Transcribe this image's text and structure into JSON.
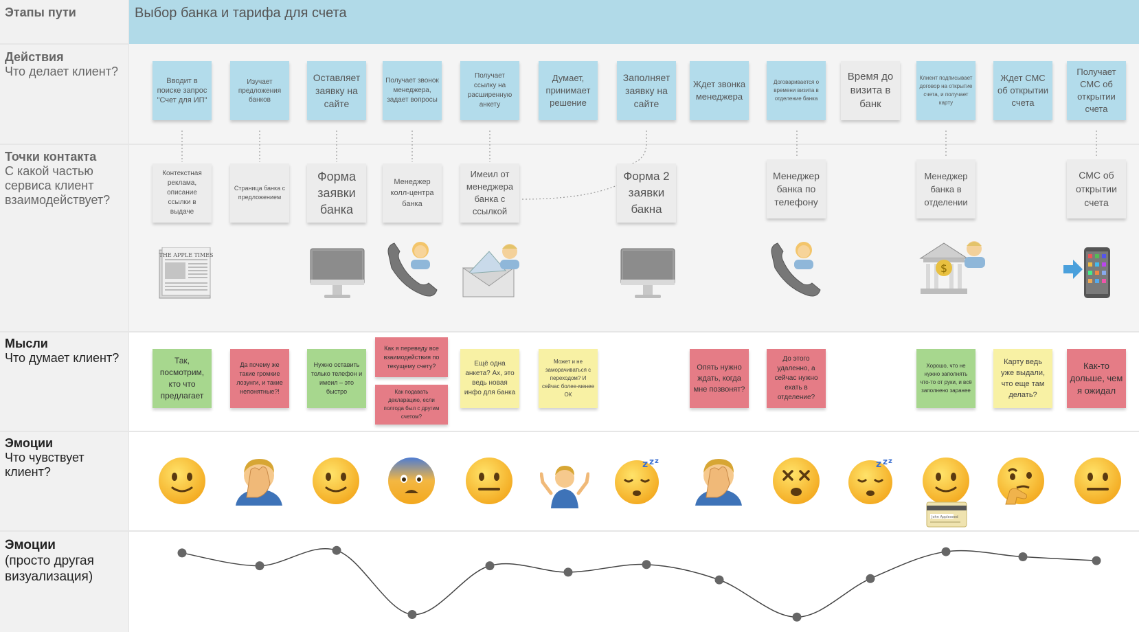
{
  "stage": {
    "label": "Этапы пути",
    "title": "Выбор банка и тарифа для счета"
  },
  "rows": {
    "actions": {
      "title": "Действия",
      "sub": "Что делает клиент?"
    },
    "touchpoints": {
      "title": "Точки контакта",
      "sub": "С какой частью сервиса клиент взаимодействует?"
    },
    "thoughts": {
      "title": "Мысли",
      "sub": "Что думает клиент?"
    },
    "emotions": {
      "title": "Эмоции",
      "sub": "Что чувствует клиент?"
    },
    "emotions_line": {
      "title": "Эмоции",
      "sub": "(просто другая визуализация)"
    }
  },
  "actions": [
    "Вводит в поиске запрос \"Счет для ИП\"",
    "Изучает предложения банков",
    "Оставляет заявку на сайте",
    "Получает звонок менеджера, задает вопросы",
    "Получает ссылку на расширенную анкету",
    "Думает, принимает решение",
    "Заполняет заявку на сайте",
    "Ждет звонка менеджера",
    "Договаривается о времени визита в отделение банка",
    "Время до визита в банк",
    "Клиент подписывает договор на открытие счета, и получает карту",
    "Ждет СМС об открытии счета",
    "Получает СМС об открытии счета"
  ],
  "touchpoints": [
    "Контекстная реклама, описание ссылки в выдаче",
    "Страница банка с предложением",
    "Форма заявки банка",
    "Менеджер колл-центра банка",
    "Имеил от менеджера банка с ссылкой",
    "Форма 2 заявки бакна",
    "Менеджер банка по телефону",
    "Менеджер банка в отделении",
    "СМС об открытии счета"
  ],
  "thoughts": [
    "Так, посмотрим, кто что предлагает",
    "Да почему же такие громкие лозунги, и такие непонятные?!",
    "Нужно оставить только телефон и имеил – это быстро",
    "Как я переведу все взаимодействия по текущему счету?",
    "Как подавать декларацию, если полгода был с другим счетом?",
    "Ещё одна анкета? Ах, это ведь новая инфо для банка",
    "Может и не заморачиваться с переходом? И сейчас более-менее ОК",
    "Опять нужно ждать, когда мне позвонят?",
    "До этого удаленно, а сейчас нужно ехать в отделение?",
    "Хорошо, что не нужно заполнять что-то от руки, и всё заполнено заранее",
    "Карту ведь уже выдали, что еще там делать?",
    "Как-то дольше, чем я ожидал"
  ],
  "newspaper_text": "THE APPLE TIMES",
  "card_text": "John Appleseed",
  "emotion_icons": [
    "slightly-smiling-face-icon",
    "facepalm-icon",
    "slightly-smiling-face-icon",
    "anxious-face-icon",
    "neutral-face-icon",
    "shrug-icon",
    "sleepy-face-icon",
    "facepalm-icon",
    "dizzy-face-icon",
    "sleepy-face-icon",
    "slightly-smiling-face-icon",
    "thinking-face-icon",
    "neutral-face-icon"
  ],
  "chart_data": {
    "type": "line",
    "x": [
      1,
      2,
      3,
      4,
      5,
      6,
      7,
      8,
      9,
      10,
      11,
      12,
      13
    ],
    "values": [
      3.2,
      2.2,
      3.4,
      -1.6,
      2.2,
      1.7,
      2.3,
      1.1,
      -1.8,
      1.2,
      3.3,
      2.9,
      2.6
    ],
    "ylim": [
      -2,
      4
    ],
    "grid": false,
    "line_color": "#444444",
    "point_color": "#666666"
  },
  "colors": {
    "stage_band": "#b1dae8",
    "note_blue": "#b3dceb",
    "note_green": "#a7d78e",
    "note_red": "#e57c86",
    "note_yellow": "#f8f1a4",
    "note_gray": "#ececec"
  }
}
